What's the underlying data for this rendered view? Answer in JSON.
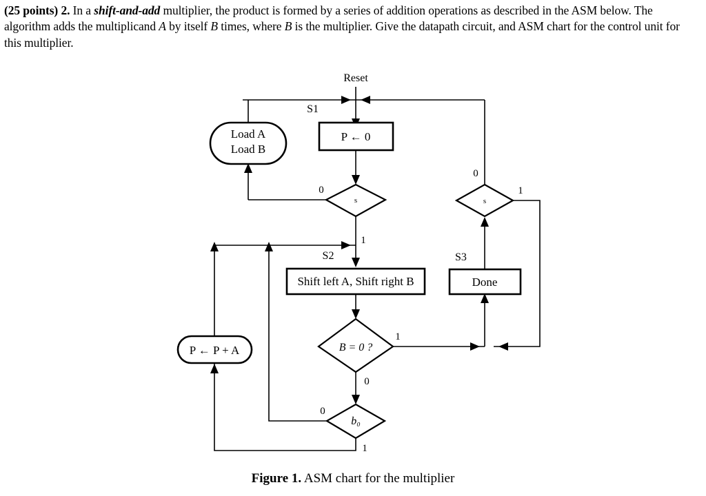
{
  "problem": {
    "points_prefix": "(25 points)",
    "number": "2.",
    "line1_a": " In a ",
    "emphasis": "shift-and-add",
    "line1_b": " multiplier, the product is formed by a series of addition operations as described in the ASM below.  The algorithm adds the multiplicand ",
    "var_a": "A",
    "line2_b": " by itself ",
    "var_b": "B",
    "line2_c": " times, where ",
    "var_b2": "B",
    "line2_d": " is the multiplier. Give the datapath circuit, and ASM chart for the control unit for this multiplier."
  },
  "figure": {
    "caption_bold": "Figure 1.",
    "caption_text": " ASM chart for the multiplier"
  },
  "chart_data": {
    "type": "diagram",
    "title": "ASM chart for the multiplier",
    "entry_label": "Reset",
    "states": [
      {
        "id": "S1",
        "state_label": "S1",
        "shape": "rectangle",
        "text": "P ← 0"
      },
      {
        "id": "S2",
        "state_label": "S2",
        "shape": "rectangle",
        "text": "Shift left A, Shift right B"
      },
      {
        "id": "S3",
        "state_label": "S3",
        "shape": "rectangle",
        "text": "Done"
      }
    ],
    "conditional_outputs": [
      {
        "id": "load",
        "shape": "oval",
        "line1": "Load A",
        "line2": "Load B"
      },
      {
        "id": "accumulate",
        "shape": "oval",
        "text": "P ← P + A"
      }
    ],
    "decisions": [
      {
        "id": "s_top",
        "shape": "diamond",
        "text": "s",
        "branch_false": "0",
        "branch_true": "1"
      },
      {
        "id": "s_right",
        "shape": "diamond",
        "text": "s",
        "branch_false": "0",
        "branch_true": "1"
      },
      {
        "id": "b_zero",
        "shape": "diamond",
        "text": "B = 0 ?",
        "branch_true": "1",
        "branch_false": "0"
      },
      {
        "id": "b0_bit",
        "shape": "diamond",
        "text": "b₀",
        "branch_false": "0",
        "branch_true": "1"
      }
    ],
    "edge_labels": {
      "s_top_0": "0",
      "s_top_1": "1",
      "s_right_0": "0",
      "s_right_1": "1",
      "b_zero_1": "1",
      "b_zero_0": "0",
      "b0_0": "0",
      "b0_1": "1"
    }
  }
}
